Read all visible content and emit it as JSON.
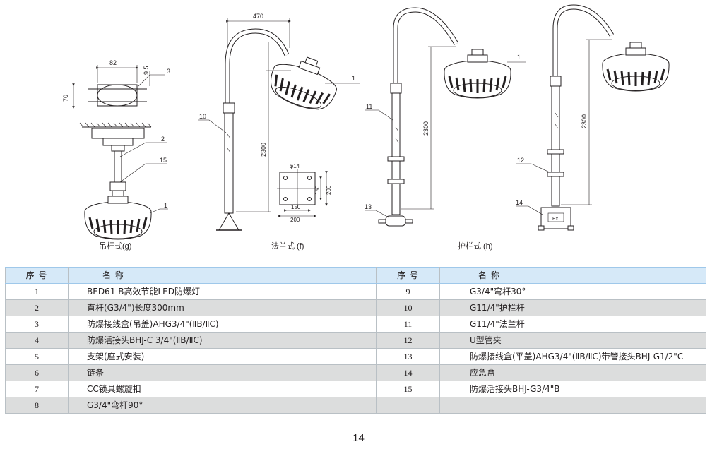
{
  "figure_captions": {
    "pendant": "吊杆式(g)",
    "flange": "法兰式 (f)",
    "guardrail": "护栏式 (h)"
  },
  "dimensions": {
    "bracket_width": "82",
    "bracket_height": "70",
    "bracket_gap": "9.5",
    "flange_arm_span": "470",
    "flange_pole_height": "2300",
    "guardrail_pole_height_1": "2300",
    "guardrail_pole_height_2": "2300",
    "flange_bolt_hole": "φ14",
    "flange_hole_spacing_x": "150",
    "flange_plate_width": "200",
    "flange_hole_spacing_y": "150",
    "flange_plate_height": "200"
  },
  "callouts": [
    "1",
    "2",
    "3",
    "10",
    "11",
    "12",
    "13",
    "14",
    "15"
  ],
  "junction_box_label": "Ex",
  "table": {
    "headers": [
      "序 号",
      "名 称",
      "序 号",
      "名 称"
    ],
    "rows": [
      {
        "no": "1",
        "name": "BED61-B高效节能LED防爆灯",
        "no2": "9",
        "name2": "G3/4\"弯杆30°"
      },
      {
        "no": "2",
        "name": "直杆(G3/4\")长度300mm",
        "no2": "10",
        "name2": "G11/4\"护栏杆"
      },
      {
        "no": "3",
        "name": "防爆接线盒(吊盖)AHG3/4\"(ⅡB/ⅡC)",
        "no2": "11",
        "name2": "G11/4\"法兰杆"
      },
      {
        "no": "4",
        "name": "防爆活接头BHJ-C 3/4\"(ⅡB/ⅡC)",
        "no2": "12",
        "name2": "U型管夹"
      },
      {
        "no": "5",
        "name": "支架(座式安装)",
        "no2": "13",
        "name2": "防爆接线盒(平盖)AHG3/4\"(ⅡB/ⅡC)带管接头BHJ-G1/2\"C"
      },
      {
        "no": "6",
        "name": "链条",
        "no2": "14",
        "name2": "应急盒"
      },
      {
        "no": "7",
        "name": "CC锁具螺旋扣",
        "no2": "15",
        "name2": "防爆活接头BHJ-G3/4\"B"
      },
      {
        "no": "8",
        "name": "G3/4\"弯杆90°",
        "no2": "",
        "name2": ""
      }
    ]
  },
  "page_number": "14",
  "colors": {
    "table_header_bg": "#d6e9f8",
    "table_stripe_bg": "#dcdddd",
    "line": "#231f20"
  }
}
